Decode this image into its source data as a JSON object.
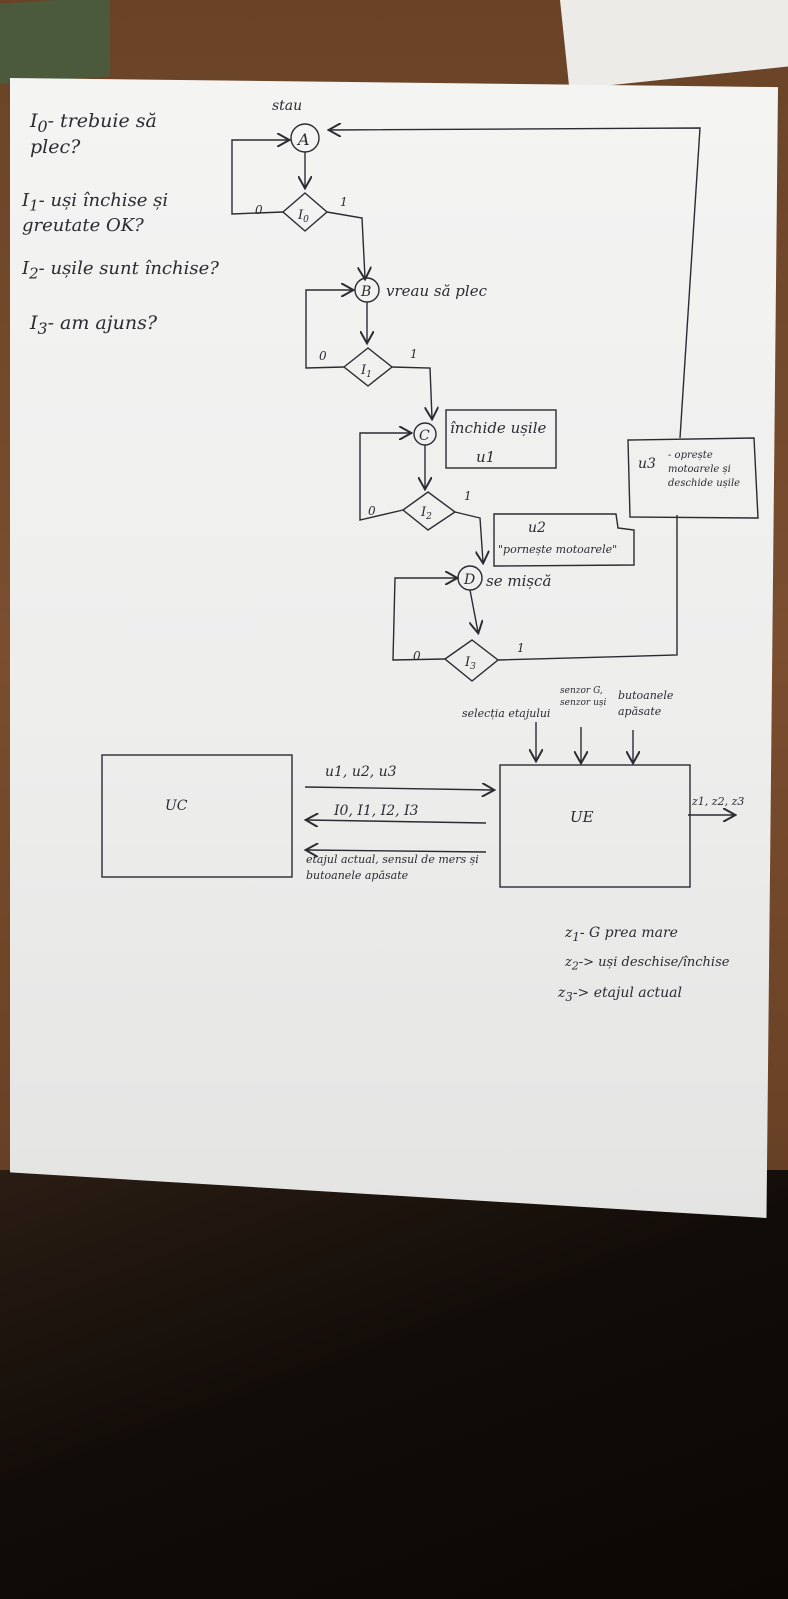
{
  "legend_inputs": [
    {
      "id": "I0",
      "sym": "I",
      "sub": "0",
      "text": "- trebuie să plec?"
    },
    {
      "id": "I1",
      "sym": "I",
      "sub": "1",
      "text": "- uși închise și greutate OK?"
    },
    {
      "id": "I2",
      "sym": "I",
      "sub": "2",
      "text": "- ușile sunt închise?"
    },
    {
      "id": "I3",
      "sym": "I",
      "sub": "3",
      "text": "- am ajuns?"
    }
  ],
  "states": {
    "A": {
      "label": "A",
      "desc": "stau"
    },
    "B": {
      "label": "B",
      "desc": "vreau să plec"
    },
    "C": {
      "label": "C",
      "desc": "închide ușile",
      "output": "u1"
    },
    "D": {
      "label": "D",
      "desc": "se mișcă"
    }
  },
  "decisions": {
    "I0": {
      "sym": "I",
      "sub": "0"
    },
    "I1": {
      "sym": "I",
      "sub": "1"
    },
    "I2": {
      "sym": "I",
      "sub": "2"
    },
    "I3": {
      "sym": "I",
      "sub": "3"
    }
  },
  "branch_labels": {
    "zero": "0",
    "one": "1"
  },
  "outputs": {
    "u2": {
      "name": "u2",
      "text": "\"pornește motoarele\""
    },
    "u3": {
      "name": "u3",
      "text": "- oprește motoarele și deschide ușile"
    }
  },
  "block_diagram": {
    "uc": "UC",
    "ue": "UE",
    "signal_u": "u1, u2, u3",
    "signal_i": "I0, I1, I2, I3",
    "signal_state": "etajul actual, sensul de mers și butoanele apăsate",
    "ue_inputs": [
      "selecția etajului",
      "senzor G, senzor uși",
      "butoanele apăsate"
    ],
    "ue_outputs": "z1, z2, z3"
  },
  "legend_outputs": [
    {
      "sym": "z",
      "sub": "1",
      "text": "- G prea mare"
    },
    {
      "sym": "z",
      "sub": "2",
      "text": "-> uși deschise/închise"
    },
    {
      "sym": "z",
      "sub": "3",
      "text": "-> etajul actual"
    }
  ]
}
